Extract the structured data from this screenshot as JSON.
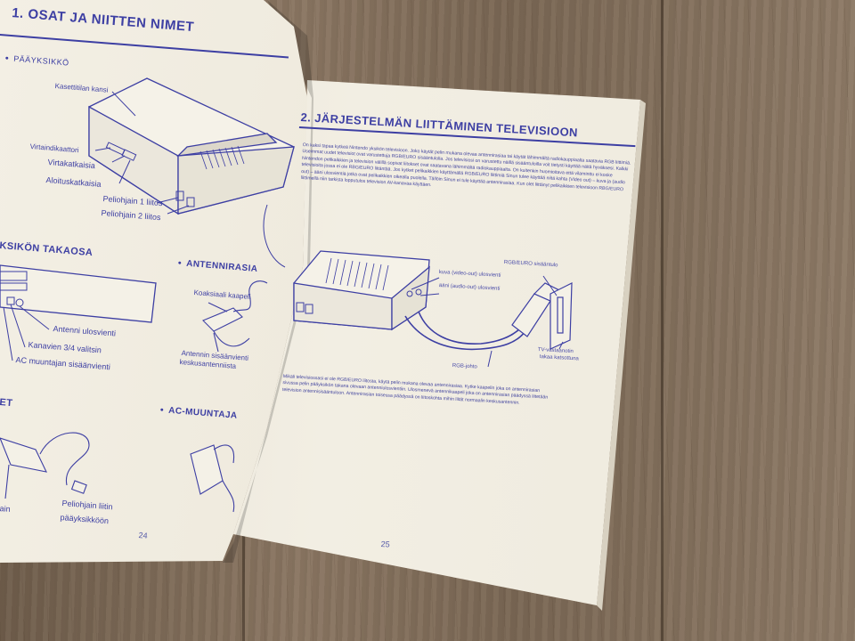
{
  "left_page": {
    "heading": "1. OSAT JA NIITTEN NIMET",
    "main_unit_title": "PÄÄYKSIKKÖ",
    "labels": {
      "cartridge_cover": "Kasettitilan kansi",
      "power_indicator": "Virtaindikaattori",
      "power_switch": "Virtakatkaisia",
      "reset_switch": "Aloituskatkaisia",
      "controller1": "Peliohjain 1 liitos",
      "controller2": "Peliohjain 2 liitos"
    },
    "back_section_title": "KSIKÖN TAKAOSA",
    "back_labels": {
      "antenna_out": "Antenni ulosvienti",
      "channel": "Kanavien 3/4 valitsin",
      "ac_input": "AC muuntajan sisäänvienti"
    },
    "antenna_section_title": "ANTENNIRASIA",
    "antenna_labels": {
      "coax": "Koaksiaali kaapeli",
      "antenna_in_1": "Antennin sisäänvienti",
      "antenna_in_2": "keskusantenniista"
    },
    "et_section_title": "ET",
    "ac_section_title": "AC-MUUNTAJA",
    "controller_labels": {
      "plug_1": "Peliohjain liitin",
      "plug_2": "pääyksikköön",
      "cut": "ain"
    },
    "page_number": "24"
  },
  "right_page": {
    "heading": "2. JÄRJESTELMÄN LIITTÄMINEN TELEVISIOON",
    "intro_text": "On kaksi tapaa kytkeä Nintendo yksikön televisioon. Joko käytät pelin mukana olevaa antennirasiaa tai käytät lähimmältä radiokauppiaalta saatavia RGB liittimiä. Useimmat uudet televisiot ovat varustettuja RGB/EURO sisääntulolla. Jos televisiosi on varustettu näillä sisääntuloilla voit tietysti käyttää näitä hyväksesi. Kalkki Nintendon pelikaikkien ja television välillä sopivat liitokset ovat saatavana lähimmältä radiokauppiaalta. On kuitenkin huomioitava että vilaminttu ei koske televisioita jossa ei ole RBG/EURO liitäntää. Jos kytket pelikaikkien käyttämällä RGB/EURO liittimiä Sinun tulee käyttää niitä kahta (Video out) – kuva ja (audio out) – ääni ulosvientiä jotka ovat pelikaikkien oikealla puolella. Tällöin Sinun ei tule käyttää antennirasiaa. Kun olet liittänyt pelikaikkien televisioon RBG/EURO liittimellä niin tarkista lopputulos television AV-kanavaa käyttäen.",
    "diagram_labels": {
      "video_out": "kuva (video-out) ulosvienti",
      "audio_out": "ääni (audio-out) ulosvienti",
      "rgb_input": "RGB/EURO sisääntulo",
      "rgb_cable": "RGB-johto",
      "tv_socket_1": "TV-vastaanotin",
      "tv_socket_2": "takaa katsottuna"
    },
    "bottom_text": "Mikäli televisiossasi ei ole RGB/EURO liitosta, käytä pelin mukana olevaa antennirasiaa. Kytke kaapelin joka on antennirasian sivussa pelin pääyksikön takana olevaan antenniulosvientiin. Ulosmenevä antennikaapeli joka on antennirasian päädyssä liitetään television antennisisääntuloon. Antennirasian toisessa päädyssä on liitoskohta mihin liität normaalin keskusantennin.",
    "page_number": "25"
  },
  "colors": {
    "ink": "#3d3fa3",
    "paper": "#f1ede2",
    "table": "#7d6a57"
  }
}
